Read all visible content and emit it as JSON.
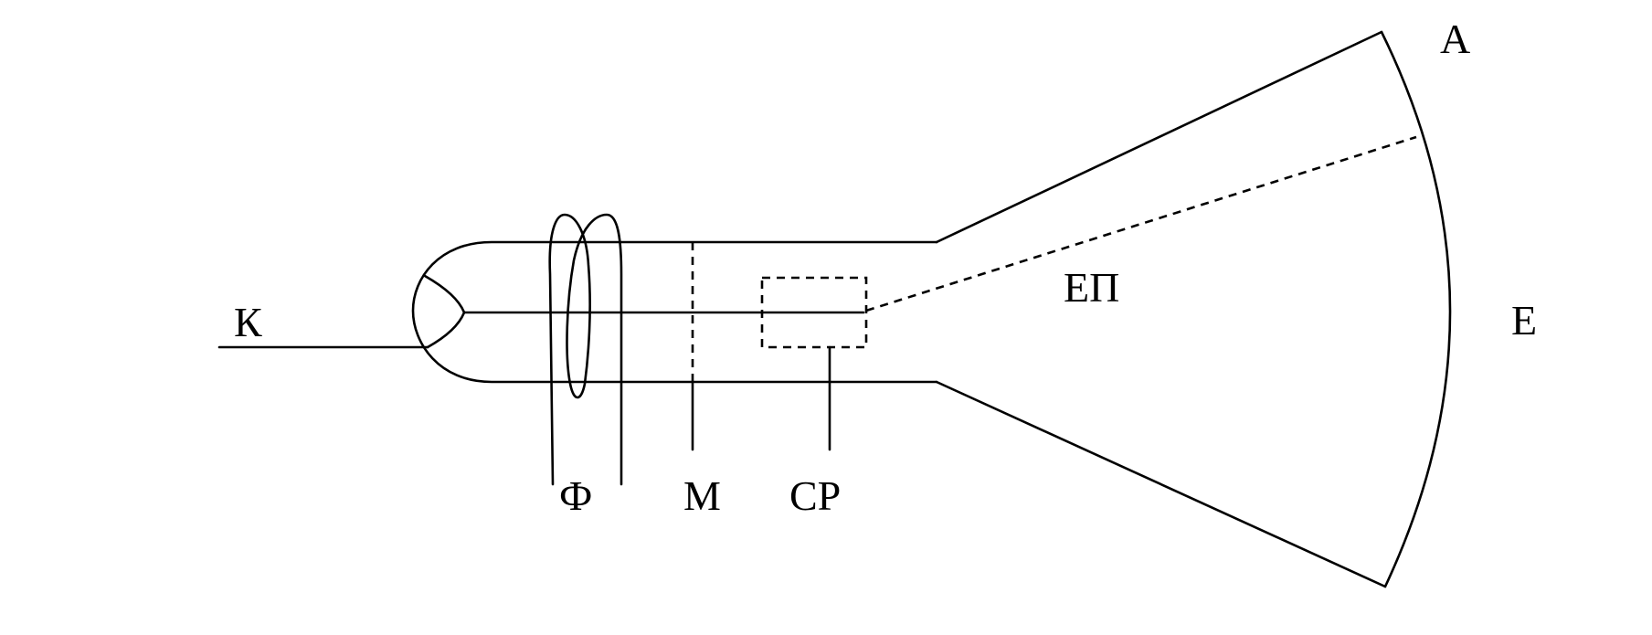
{
  "labels": {
    "k": "К",
    "phi": "Ф",
    "m": "М",
    "cp": "СР",
    "ep": "ЕП",
    "a": "А",
    "e": "Е"
  },
  "colors": {
    "line": "#000000",
    "background": "#ffffff"
  }
}
